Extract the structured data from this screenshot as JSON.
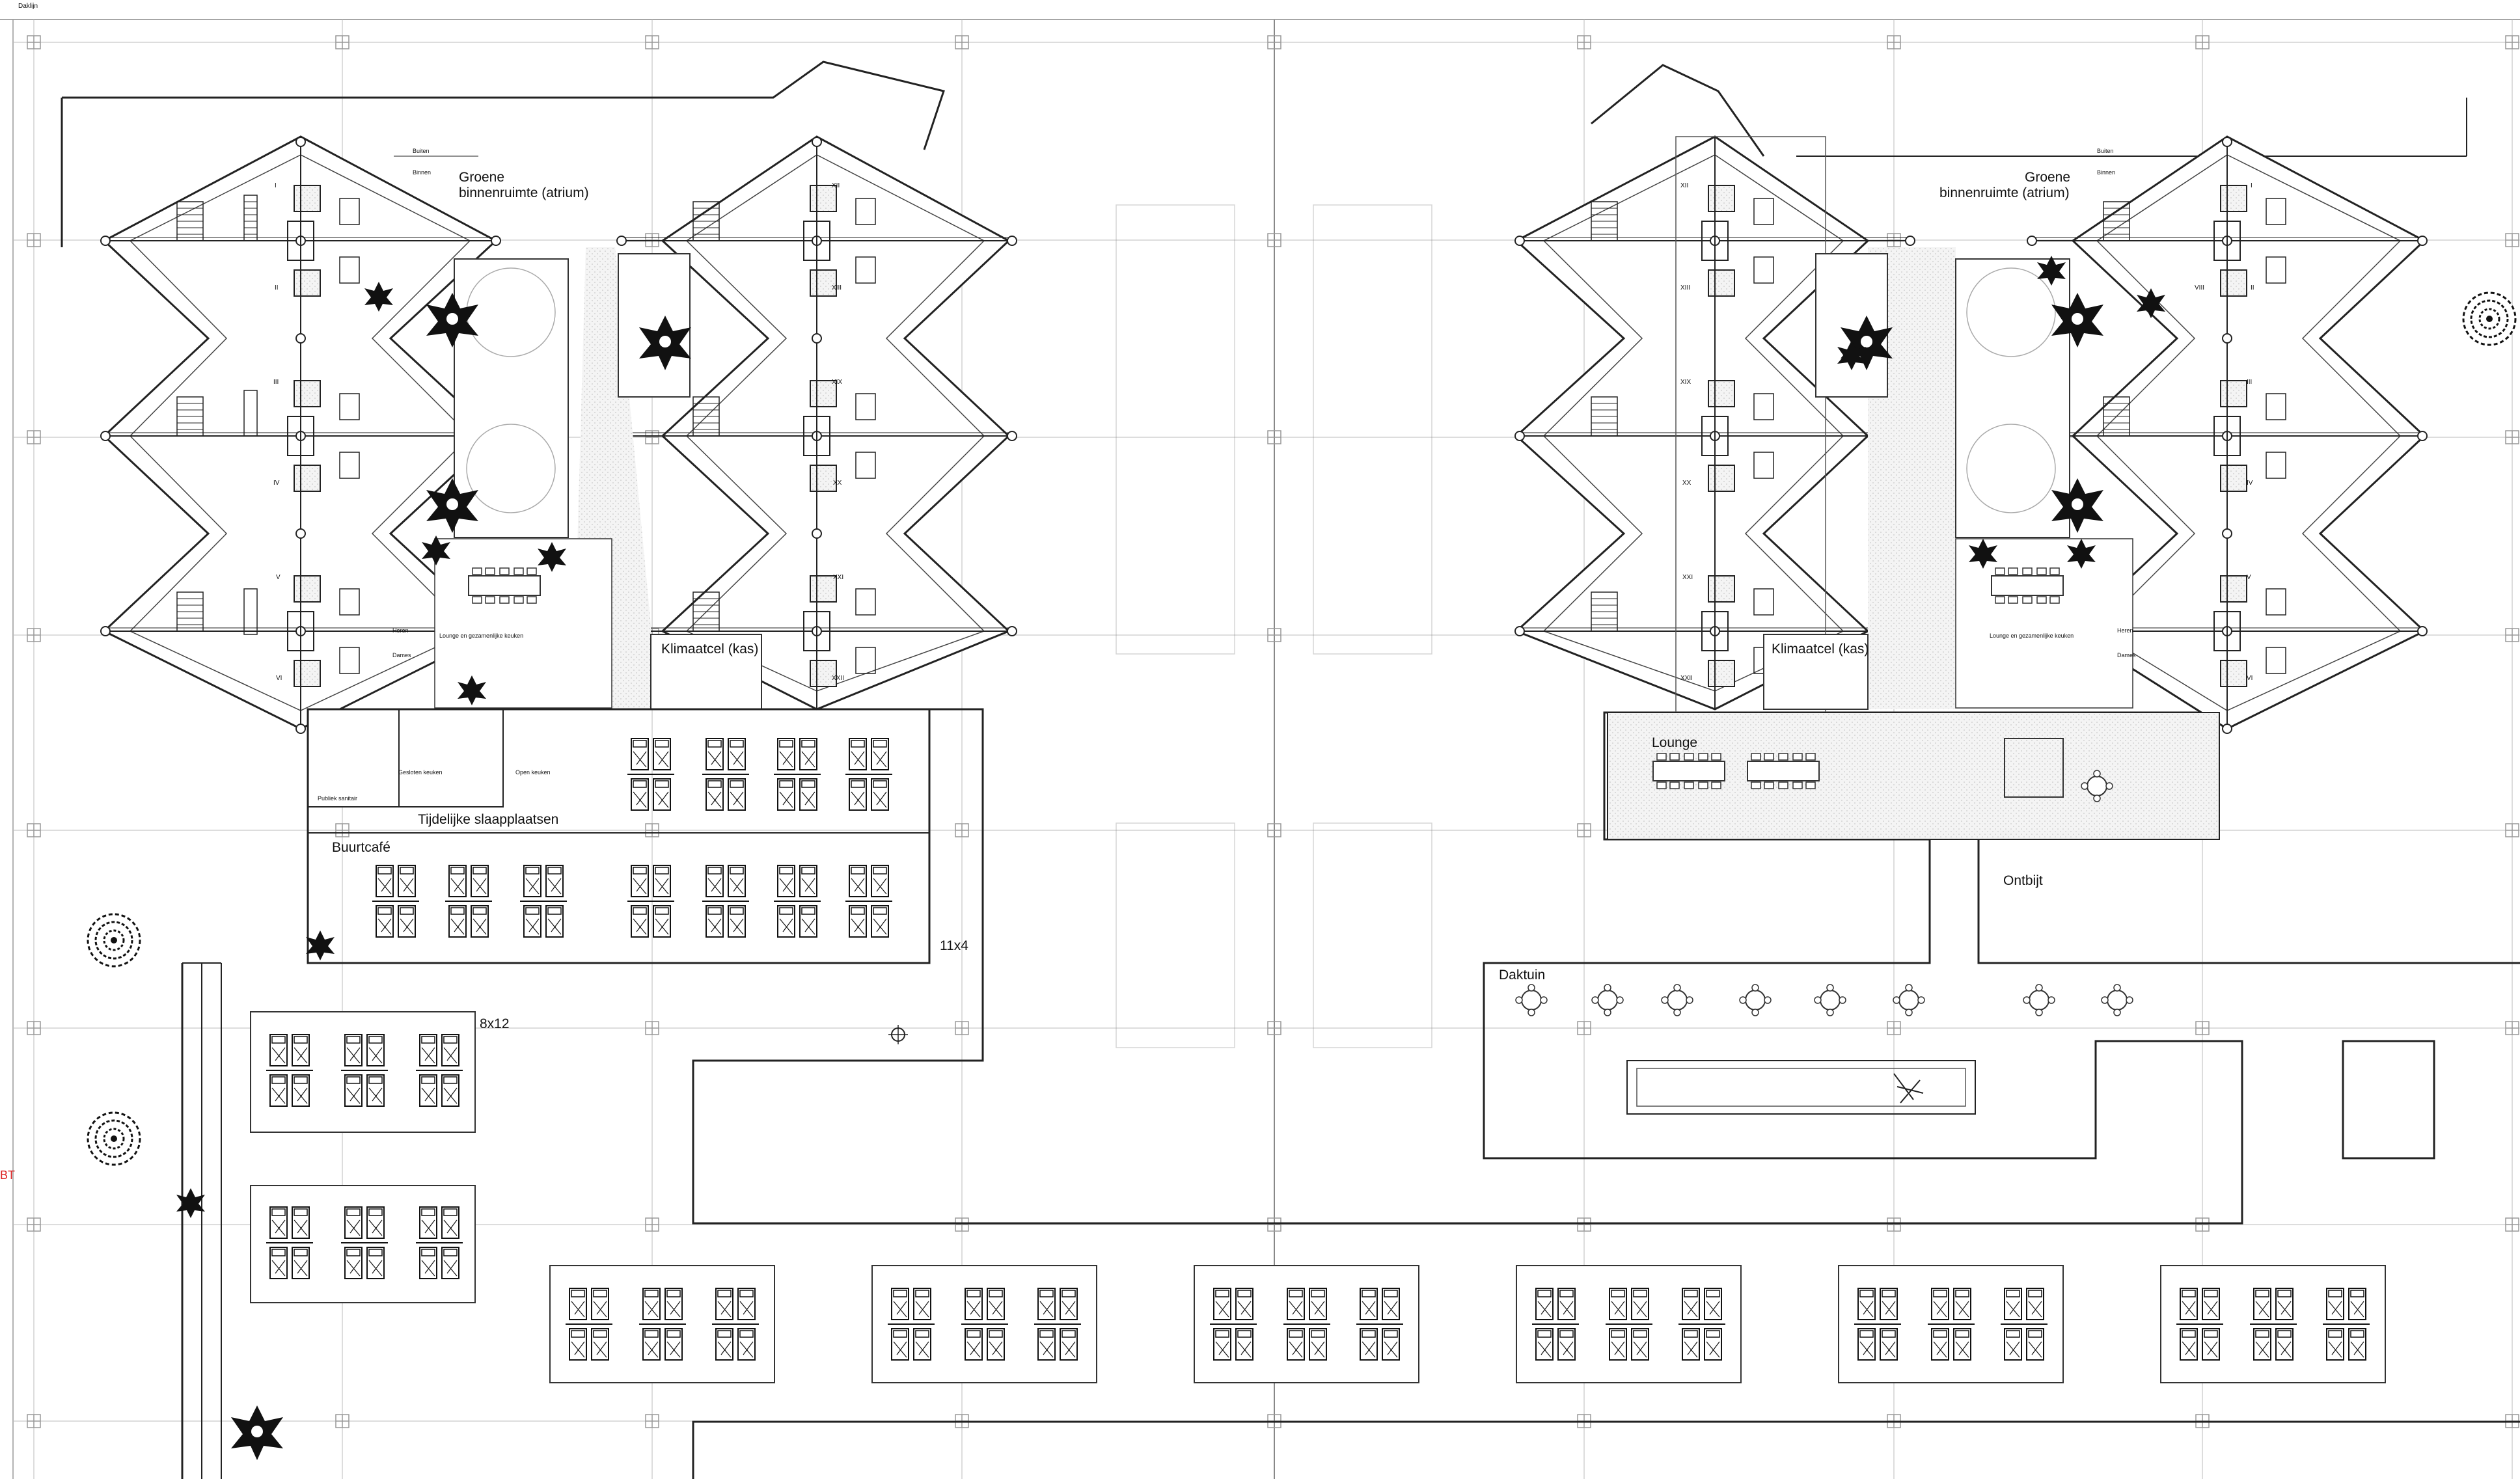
{
  "sheet": {
    "title": "Daklijn",
    "margin_mark": "BT"
  },
  "labels": {
    "atrium_left": [
      "Groene",
      "binnenruimte (atrium)"
    ],
    "atrium_right": [
      "Groene",
      "binnenruimte (atrium)"
    ],
    "buiten_left": "Buiten",
    "binnen_left": "Binnen",
    "buiten_right": "Buiten",
    "binnen_right": "Binnen",
    "klimaatcel_left": "Klimaatcel (kas)",
    "klimaatcel_right": "Klimaatcel (kas)",
    "lounge_kitchen_left": "Lounge en gezamenlijke keuken",
    "lounge_kitchen_right": "Lounge en gezamenlijke keuken",
    "heren_left": "Heren",
    "dames_left": "Dames",
    "heren_right": "Heren",
    "dames_right": "Dames",
    "gesloten_keuken": "Gesloten keuken",
    "open_keuken": "Open keuken",
    "publiek_sanitair": "Publiek sanitair",
    "tijdelijke_slaapplaatsen": "Tijdelijke slaapplaatsen",
    "buurtcafe": "Buurtcafé",
    "count_11x4": "11x4",
    "count_8x12": "8x12",
    "lounge": "Lounge",
    "ontbijt": "Ontbijt",
    "daktuin": "Daktuin"
  },
  "unit_numbers_left_a": [
    "I",
    "II",
    "III",
    "IV",
    "V",
    "VI"
  ],
  "unit_numbers_left_b": [
    "XII",
    "XIII",
    "XIX",
    "XX",
    "XXI",
    "XXII"
  ],
  "unit_numbers_right_a": [
    "XII",
    "XIII",
    "XIX",
    "XX",
    "XXI",
    "XXII"
  ],
  "unit_numbers_right_b": [
    "I",
    "VIII",
    "II",
    "III",
    "IV",
    "V",
    "VI"
  ],
  "colors": {
    "line": "#222222",
    "grid": "#bbbbbb",
    "hatch_fill": "#f2f2f2",
    "red_mark": "#dd2222"
  },
  "icons": [
    "tree-icon",
    "plant-icon",
    "bed-icon",
    "table-icon",
    "column-grid-icon",
    "stair-icon"
  ]
}
